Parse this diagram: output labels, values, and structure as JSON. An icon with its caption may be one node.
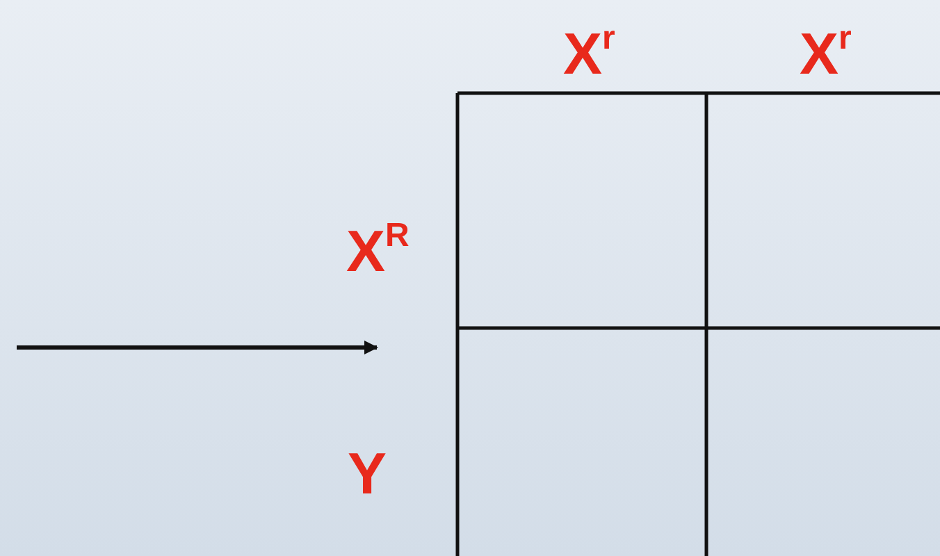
{
  "diagram": {
    "labels": [
      "X$^{r}$",
      "X$^{r}$",
      "X$^{R}$",
      "Y"
    ]
  }
}
